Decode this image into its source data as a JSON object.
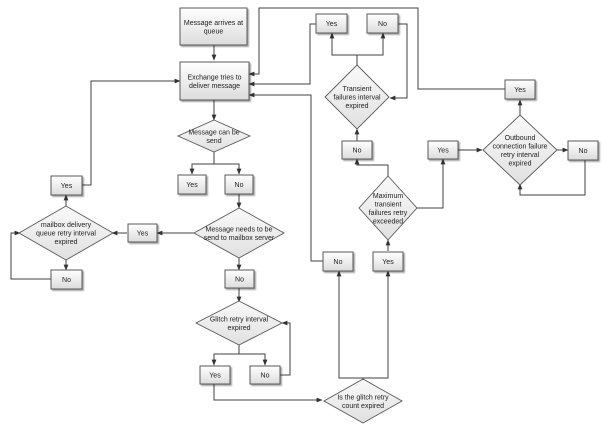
{
  "title": "Exchange message delivery retry flowchart",
  "nodes": {
    "start": "Message arrives at queue",
    "deliver": "Exchange tries to deliver message",
    "can_send": "Message can be send",
    "can_send_yes": "Yes",
    "can_send_no": "No",
    "mailbox_server": "Message needs to be send to mailbox server",
    "mailbox_server_yes": "Yes",
    "mailbox_server_no": "No",
    "mailbox_queue": "mailbox delivery queue retry interval expired",
    "mailbox_queue_yes": "Yes",
    "mailbox_queue_no": "No",
    "glitch_interval": "Glitch retry interval expired",
    "glitch_interval_yes": "Yes",
    "glitch_interval_no": "No",
    "glitch_count": "Is the glitch retry count expired",
    "glitch_count_no": "No",
    "glitch_count_yes": "Yes",
    "max_transient": "Maximum transient failures retry exceeded",
    "max_transient_no": "No",
    "max_transient_yes": "Yes",
    "transient_interval": "Transient failures interval expired",
    "transient_interval_yes": "Yes",
    "transient_interval_no": "No",
    "outbound": "Outbound connection failure retry interval expired",
    "outbound_yes": "Yes",
    "outbound_no": "No"
  },
  "lines": {
    "start": [
      "Message arrives at",
      "queue"
    ],
    "deliver": [
      "Exchange tries to",
      "deliver message"
    ],
    "can_send": [
      "Message can be",
      "send"
    ],
    "mailbox_server": [
      "Message needs to be",
      "send to mailbox server"
    ],
    "mailbox_queue": [
      "mailbox delivery",
      "queue retry interval",
      "expired"
    ],
    "glitch_interval": [
      "Glitch retry interval",
      "expired"
    ],
    "glitch_count": [
      "Is the glitch retry",
      "count expired"
    ],
    "max_transient": [
      "Maximum",
      "transient",
      "failures retry",
      "exceeded"
    ],
    "transient_interval": [
      "Transient",
      "failures interval",
      "expired"
    ],
    "outbound": [
      "Outbound",
      "connection failure",
      "retry interval",
      "expired"
    ]
  }
}
